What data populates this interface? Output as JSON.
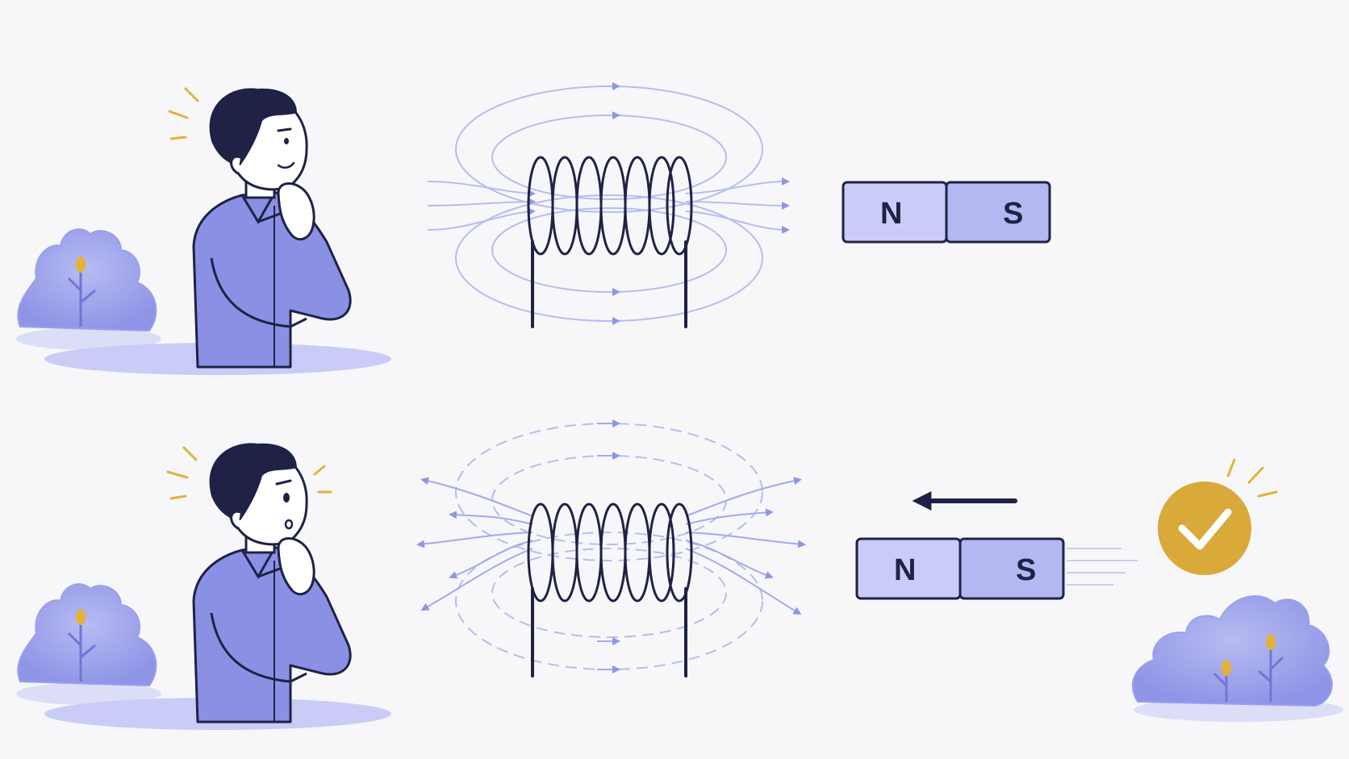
{
  "colors": {
    "background": "#f7f7f9",
    "ink": "#1f2245",
    "shirt": "#8a90e3",
    "shirt_light": "#a9adf0",
    "field_line": "#b7bcf0",
    "field_arrow": "#8f95e6",
    "magnet_fill": "#c9ccf6",
    "magnet_fill_right": "#b3b8f2",
    "bush": "#9aa0ec",
    "ground": "#c9ccf6",
    "accent_gold": "#e2b23a",
    "check_badge": "#d9a93a"
  },
  "rows": [
    {
      "person": {
        "expression": "calm",
        "icon": "thinking-person"
      },
      "field": {
        "style": "steady",
        "icon": "coil-field-lines"
      },
      "magnet": {
        "north_label": "N",
        "south_label": "S",
        "moving": false
      }
    },
    {
      "person": {
        "expression": "surprised",
        "icon": "thinking-person"
      },
      "field": {
        "style": "changing",
        "icon": "coil-field-lines"
      },
      "magnet": {
        "north_label": "N",
        "south_label": "S",
        "moving": true,
        "motion_direction": "left",
        "motion_icon": "arrow-left-icon"
      },
      "result_icon": "checkmark-icon"
    }
  ]
}
